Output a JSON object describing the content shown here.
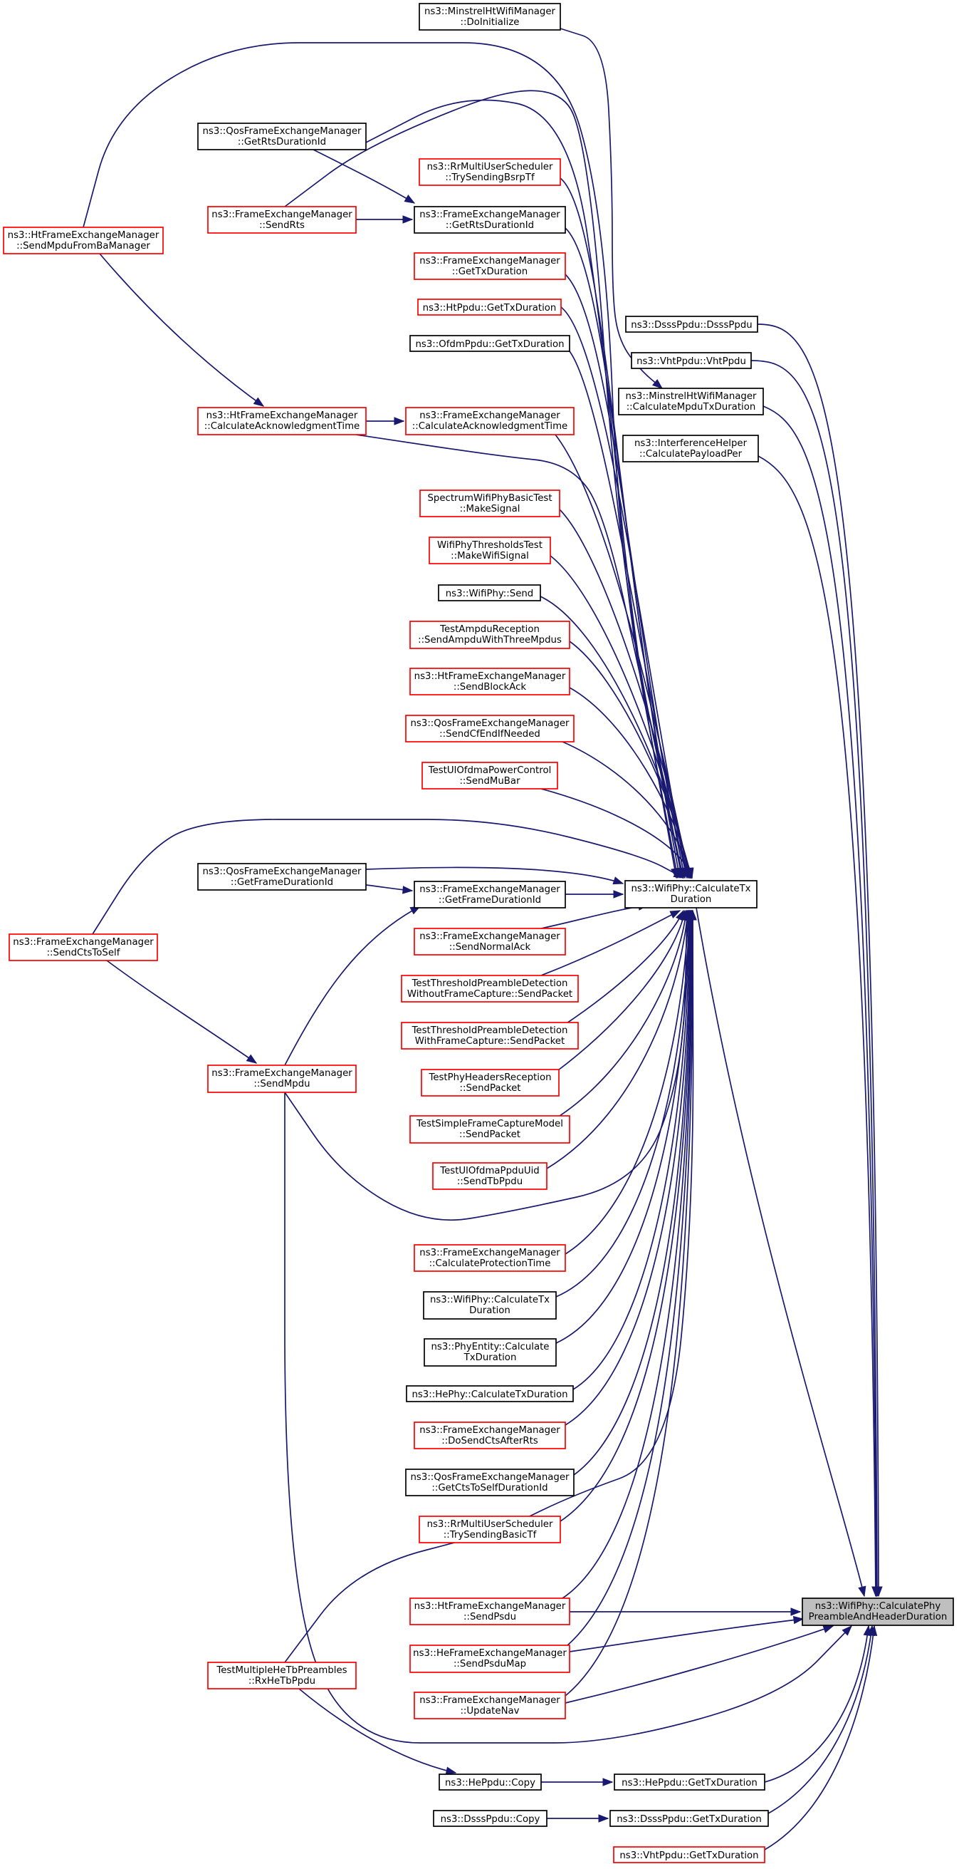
{
  "diagram": {
    "type": "doxygen-caller-graph",
    "colors": {
      "edge": "#191970",
      "border_documented": "#000000",
      "border_undocumented": "#ff0000",
      "focus_fill": "#bfbfbf"
    },
    "nodes": [
      {
        "id": "root",
        "lines": [
          "ns3::WifiPhy::CalculatePhy",
          "PreambleAndHeaderDuration"
        ],
        "style": "focus"
      },
      {
        "id": "dsss_ctor",
        "lines": [
          "ns3::DsssPpdu::DsssPpdu"
        ],
        "style": "black"
      },
      {
        "id": "vht_ctor",
        "lines": [
          "ns3::VhtPpdu::VhtPpdu"
        ],
        "style": "black"
      },
      {
        "id": "minstrel_calc",
        "lines": [
          "ns3::MinstrelHtWifiManager",
          "::CalculateMpduTxDuration"
        ],
        "style": "black"
      },
      {
        "id": "interf_payload",
        "lines": [
          "ns3::InterferenceHelper",
          "::CalculatePayloadPer"
        ],
        "style": "black"
      },
      {
        "id": "calc_tx",
        "lines": [
          "ns3::WifiPhy::CalculateTx",
          "Duration"
        ],
        "style": "black"
      },
      {
        "id": "he_ppdu_tx",
        "lines": [
          "ns3::HePpdu::GetTxDuration"
        ],
        "style": "black"
      },
      {
        "id": "dsss_ppdu_tx",
        "lines": [
          "ns3::DsssPpdu::GetTxDuration"
        ],
        "style": "black"
      },
      {
        "id": "vht_ppdu_tx",
        "lines": [
          "ns3::VhtPpdu::GetTxDuration"
        ],
        "style": "red"
      },
      {
        "id": "minstrel_init",
        "lines": [
          "ns3::MinstrelHtWifiManager",
          "::DoInitialize"
        ],
        "style": "black"
      },
      {
        "id": "qos_rts_dur",
        "lines": [
          "ns3::QosFrameExchangeManager",
          "::GetRtsDurationId"
        ],
        "style": "black"
      },
      {
        "id": "rr_bsrp",
        "lines": [
          "ns3::RrMultiUserScheduler",
          "::TrySendingBsrpTf"
        ],
        "style": "red"
      },
      {
        "id": "fem_sendrts",
        "lines": [
          "ns3::FrameExchangeManager",
          "::SendRts"
        ],
        "style": "red"
      },
      {
        "id": "fem_rts_dur",
        "lines": [
          "ns3::FrameExchangeManager",
          "::GetRtsDurationId"
        ],
        "style": "black"
      },
      {
        "id": "ht_from_ba",
        "lines": [
          "ns3::HtFrameExchangeManager",
          "::SendMpduFromBaManager"
        ],
        "style": "red"
      },
      {
        "id": "fem_get_tx_dur",
        "lines": [
          "ns3::FrameExchangeManager",
          "::GetTxDuration"
        ],
        "style": "red"
      },
      {
        "id": "htppdu_tx",
        "lines": [
          "ns3::HtPpdu::GetTxDuration"
        ],
        "style": "red"
      },
      {
        "id": "ofdm_tx",
        "lines": [
          "ns3::OfdmPpdu::GetTxDuration"
        ],
        "style": "black"
      },
      {
        "id": "ht_calc_ack",
        "lines": [
          "ns3::HtFrameExchangeManager",
          "::CalculateAcknowledgmentTime"
        ],
        "style": "red"
      },
      {
        "id": "fem_calc_ack",
        "lines": [
          "ns3::FrameExchangeManager",
          "::CalculateAcknowledgmentTime"
        ],
        "style": "red"
      },
      {
        "id": "spectrum_make",
        "lines": [
          "SpectrumWifiPhyBasicTest",
          "::MakeSignal"
        ],
        "style": "red"
      },
      {
        "id": "thresh_make",
        "lines": [
          "WifiPhyThresholdsTest",
          "::MakeWifiSignal"
        ],
        "style": "red"
      },
      {
        "id": "wifiphy_send",
        "lines": [
          "ns3::WifiPhy::Send"
        ],
        "style": "black"
      },
      {
        "id": "ampdu_three",
        "lines": [
          "TestAmpduReception",
          "::SendAmpduWithThreeMpdus"
        ],
        "style": "red"
      },
      {
        "id": "ht_blockack",
        "lines": [
          "ns3::HtFrameExchangeManager",
          "::SendBlockAck"
        ],
        "style": "red"
      },
      {
        "id": "qos_cfend",
        "lines": [
          "ns3::QosFrameExchangeManager",
          "::SendCfEndIfNeeded"
        ],
        "style": "red"
      },
      {
        "id": "ulofdma_mubar",
        "lines": [
          "TestUlOfdmaPowerControl",
          "::SendMuBar"
        ],
        "style": "red"
      },
      {
        "id": "qos_frame_dur",
        "lines": [
          "ns3::QosFrameExchangeManager",
          "::GetFrameDurationId"
        ],
        "style": "black"
      },
      {
        "id": "fem_frame_dur",
        "lines": [
          "ns3::FrameExchangeManager",
          "::GetFrameDurationId"
        ],
        "style": "black"
      },
      {
        "id": "fem_cts_self",
        "lines": [
          "ns3::FrameExchangeManager",
          "::SendCtsToSelf"
        ],
        "style": "red"
      },
      {
        "id": "fem_normal_ack",
        "lines": [
          "ns3::FrameExchangeManager",
          "::SendNormalAck"
        ],
        "style": "red"
      },
      {
        "id": "thresh_without",
        "lines": [
          "TestThresholdPreambleDetection",
          "WithoutFrameCapture::SendPacket"
        ],
        "style": "red"
      },
      {
        "id": "thresh_with",
        "lines": [
          "TestThresholdPreambleDetection",
          "WithFrameCapture::SendPacket"
        ],
        "style": "red"
      },
      {
        "id": "phy_headers",
        "lines": [
          "TestPhyHeadersReception",
          "::SendPacket"
        ],
        "style": "red"
      },
      {
        "id": "fem_sendmpdu",
        "lines": [
          "ns3::FrameExchangeManager",
          "::SendMpdu"
        ],
        "style": "red"
      },
      {
        "id": "simple_capture",
        "lines": [
          "TestSimpleFrameCaptureModel",
          "::SendPacket"
        ],
        "style": "red"
      },
      {
        "id": "ul_tbppdu",
        "lines": [
          "TestUlOfdmaPpduUid",
          "::SendTbPpdu"
        ],
        "style": "red"
      },
      {
        "id": "fem_calc_prot",
        "lines": [
          "ns3::FrameExchangeManager",
          "::CalculateProtectionTime"
        ],
        "style": "red"
      },
      {
        "id": "wifiphy_calc_tx2",
        "lines": [
          "ns3::WifiPhy::CalculateTx",
          "Duration"
        ],
        "style": "black"
      },
      {
        "id": "phyentity_calc",
        "lines": [
          "ns3::PhyEntity::Calculate",
          "TxDuration"
        ],
        "style": "black"
      },
      {
        "id": "hephy_calc",
        "lines": [
          "ns3::HePhy::CalculateTxDuration"
        ],
        "style": "black"
      },
      {
        "id": "fem_do_cts",
        "lines": [
          "ns3::FrameExchangeManager",
          "::DoSendCtsAfterRts"
        ],
        "style": "red"
      },
      {
        "id": "qos_cts_self_dur",
        "lines": [
          "ns3::QosFrameExchangeManager",
          "::GetCtsToSelfDurationId"
        ],
        "style": "black"
      },
      {
        "id": "rr_basic",
        "lines": [
          "ns3::RrMultiUserScheduler",
          "::TrySendingBasicTf"
        ],
        "style": "red"
      },
      {
        "id": "ht_sendpsdu",
        "lines": [
          "ns3::HtFrameExchangeManager",
          "::SendPsdu"
        ],
        "style": "red"
      },
      {
        "id": "he_sendpsdumap",
        "lines": [
          "ns3::HeFrameExchangeManager",
          "::SendPsduMap"
        ],
        "style": "red"
      },
      {
        "id": "multiple_he",
        "lines": [
          "TestMultipleHeTbPreambles",
          "::RxHeTbPpdu"
        ],
        "style": "red"
      },
      {
        "id": "fem_updatenav",
        "lines": [
          "ns3::FrameExchangeManager",
          "::UpdateNav"
        ],
        "style": "red"
      },
      {
        "id": "heppdu_copy",
        "lines": [
          "ns3::HePpdu::Copy"
        ],
        "style": "black"
      },
      {
        "id": "dsssppdu_copy",
        "lines": [
          "ns3::DsssPpdu::Copy"
        ],
        "style": "black"
      }
    ],
    "edges": [
      [
        "dsss_ctor",
        "root"
      ],
      [
        "vht_ctor",
        "root"
      ],
      [
        "minstrel_calc",
        "root"
      ],
      [
        "interf_payload",
        "root"
      ],
      [
        "calc_tx",
        "root"
      ],
      [
        "he_ppdu_tx",
        "root"
      ],
      [
        "dsss_ppdu_tx",
        "root"
      ],
      [
        "vht_ppdu_tx",
        "root"
      ],
      [
        "ht_sendpsdu",
        "root"
      ],
      [
        "he_sendpsdumap",
        "root"
      ],
      [
        "fem_updatenav",
        "root"
      ],
      [
        "fem_sendmpdu",
        "root"
      ],
      [
        "minstrel_init",
        "minstrel_calc"
      ],
      [
        "qos_rts_dur",
        "calc_tx"
      ],
      [
        "rr_bsrp",
        "calc_tx"
      ],
      [
        "fem_sendrts",
        "calc_tx"
      ],
      [
        "fem_rts_dur",
        "calc_tx"
      ],
      [
        "ht_from_ba",
        "calc_tx"
      ],
      [
        "fem_get_tx_dur",
        "calc_tx"
      ],
      [
        "htppdu_tx",
        "calc_tx"
      ],
      [
        "ofdm_tx",
        "calc_tx"
      ],
      [
        "ht_calc_ack",
        "calc_tx"
      ],
      [
        "fem_calc_ack",
        "calc_tx"
      ],
      [
        "spectrum_make",
        "calc_tx"
      ],
      [
        "thresh_make",
        "calc_tx"
      ],
      [
        "wifiphy_send",
        "calc_tx"
      ],
      [
        "ampdu_three",
        "calc_tx"
      ],
      [
        "ht_blockack",
        "calc_tx"
      ],
      [
        "qos_cfend",
        "calc_tx"
      ],
      [
        "ulofdma_mubar",
        "calc_tx"
      ],
      [
        "qos_frame_dur",
        "calc_tx"
      ],
      [
        "fem_frame_dur",
        "calc_tx"
      ],
      [
        "fem_cts_self",
        "calc_tx"
      ],
      [
        "fem_normal_ack",
        "calc_tx"
      ],
      [
        "thresh_without",
        "calc_tx"
      ],
      [
        "thresh_with",
        "calc_tx"
      ],
      [
        "phy_headers",
        "calc_tx"
      ],
      [
        "fem_sendmpdu",
        "calc_tx"
      ],
      [
        "simple_capture",
        "calc_tx"
      ],
      [
        "ul_tbppdu",
        "calc_tx"
      ],
      [
        "fem_calc_prot",
        "calc_tx"
      ],
      [
        "wifiphy_calc_tx2",
        "calc_tx"
      ],
      [
        "phyentity_calc",
        "calc_tx"
      ],
      [
        "hephy_calc",
        "calc_tx"
      ],
      [
        "fem_do_cts",
        "calc_tx"
      ],
      [
        "qos_cts_self_dur",
        "calc_tx"
      ],
      [
        "rr_basic",
        "calc_tx"
      ],
      [
        "ht_sendpsdu",
        "calc_tx"
      ],
      [
        "he_sendpsdumap",
        "calc_tx"
      ],
      [
        "multiple_he",
        "calc_tx"
      ],
      [
        "fem_updatenav",
        "calc_tx"
      ],
      [
        "qos_rts_dur",
        "fem_rts_dur"
      ],
      [
        "fem_sendrts",
        "fem_rts_dur"
      ],
      [
        "ht_from_ba",
        "ht_calc_ack"
      ],
      [
        "ht_calc_ack",
        "fem_calc_ack"
      ],
      [
        "qos_frame_dur",
        "fem_frame_dur"
      ],
      [
        "fem_sendmpdu",
        "fem_frame_dur"
      ],
      [
        "fem_cts_self",
        "fem_sendmpdu"
      ],
      [
        "multiple_he",
        "heppdu_copy"
      ],
      [
        "heppdu_copy",
        "he_ppdu_tx"
      ],
      [
        "dsssppdu_copy",
        "dsss_ppdu_tx"
      ]
    ]
  }
}
